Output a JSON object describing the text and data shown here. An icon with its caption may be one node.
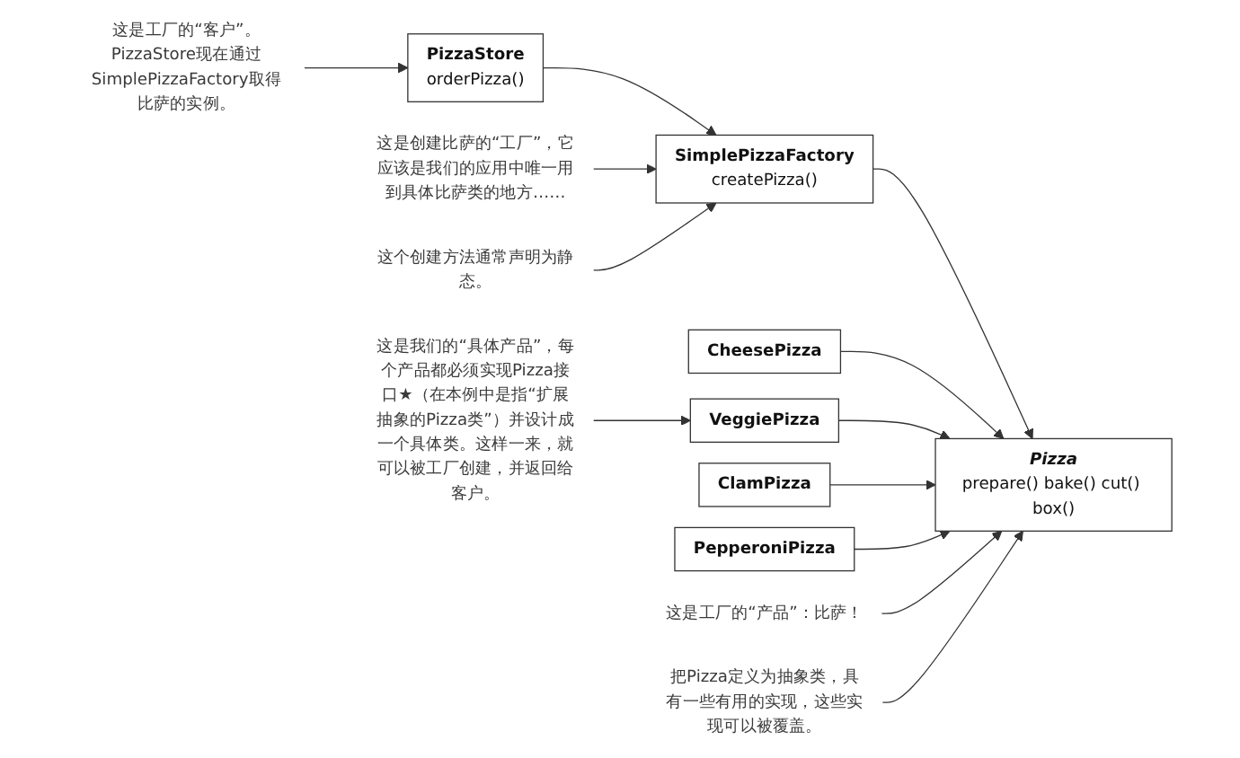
{
  "diagram": {
    "nodes": [
      {
        "text": [
          "这是创建比萨的“工厂”，它应该是我们的应用中唯一用到具体比萨类的地方……"
        ]
      },
      {
        "text": [
          "这是工厂的“产品”：比萨！"
        ]
      },
      {
        "text": [
          "PizzaStore",
          "orderPizza()"
        ]
      },
      {
        "text": [
          "SimplePizzaFactory",
          "createPizza()"
        ]
      },
      {
        "text": [
          "Pizza",
          "prepare() bake() cut() box()"
        ]
      },
      {
        "text": [
          "把Pizza定义为抽象类，具有一些有用的实现，这些实现可以被覆盖。"
        ]
      },
      {
        "text": [
          "这是工厂的“客户”。PizzaStore现在通过SimplePizzaFactory取得比萨的实例。"
        ]
      },
      {
        "text": [
          "这个创建方法通常声明为静态。"
        ]
      },
      {
        "text": [
          "CheesePizza"
        ]
      },
      {
        "text": [
          "PepperoniPizza"
        ]
      },
      {
        "text": [
          "VeggiePizza"
        ]
      },
      {
        "text": [
          "ClamPizza"
        ]
      },
      {
        "text": [
          "这是我们的“具体产品”，每个产品都必须实现Pizza接口★（在本例中是指“扩展抽象的Pizza类”）并设计成一个具体类。这样一来，就可以被工厂创建，并返回给客户。"
        ]
      }
    ],
    "edges": [
      {
        "from": 2,
        "to": 3,
        "arrow": "to"
      },
      {
        "from": 3,
        "to": 4,
        "arrow": "to"
      },
      {
        "from": 8,
        "to": 4,
        "arrow": "to"
      },
      {
        "from": 10,
        "to": 4,
        "arrow": "to"
      },
      {
        "from": 11,
        "to": 4,
        "arrow": "to"
      },
      {
        "from": 9,
        "to": 4,
        "arrow": "to"
      },
      {
        "from": 0,
        "to": 3,
        "arrow": "to"
      },
      {
        "from": 1,
        "to": 4,
        "arrow": "to"
      },
      {
        "from": 5,
        "to": 4,
        "arrow": "to"
      },
      {
        "from": 6,
        "to": 2,
        "arrow": "to"
      },
      {
        "from": 7,
        "to": 3,
        "arrow": "to"
      },
      {
        "from": 12,
        "to": 10,
        "arrow": "to"
      }
    ]
  }
}
